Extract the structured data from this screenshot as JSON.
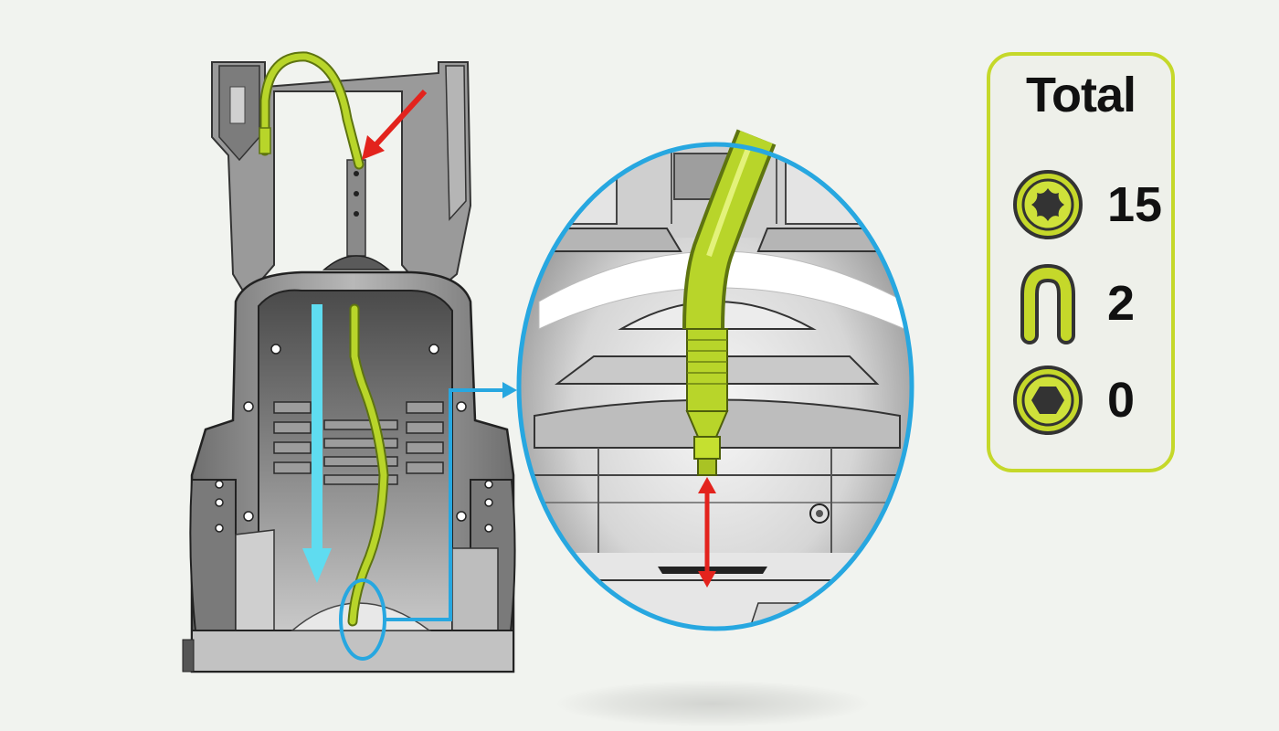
{
  "colors": {
    "hose": "#b8d52a",
    "hose_dark": "#7f9a12",
    "highlight_blue": "#27a7e0",
    "flow_arrow": "#5fdcf0",
    "pointer_red": "#e3231d",
    "panel_border": "#c5d82a",
    "machine_gray": "#8e8e8e"
  },
  "icons": {
    "torx_screw": "torx-screw-icon",
    "u_clip": "u-clip-icon",
    "hex_screw": "hex-screw-icon"
  },
  "totals": {
    "title": "Total",
    "items": [
      {
        "icon": "torx-screw-icon",
        "count": "15"
      },
      {
        "icon": "u-clip-icon",
        "count": "2"
      },
      {
        "icon": "hex-screw-icon",
        "count": "0"
      }
    ]
  }
}
